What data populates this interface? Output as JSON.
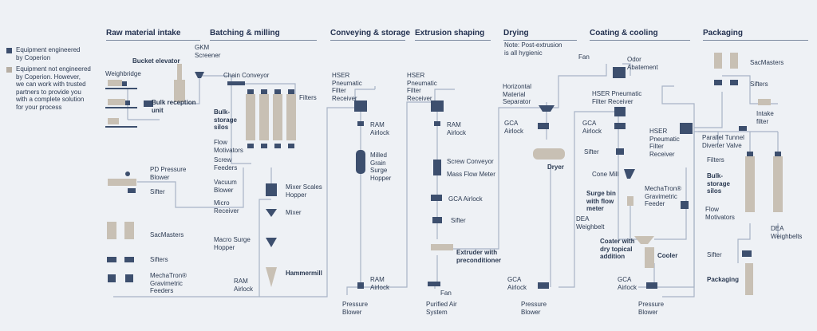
{
  "legend": {
    "engineered": "Equipment engineered\nby Coperion",
    "not_engineered": "Equipment not engineered\nby Coperion. However,\nwe can work with trusted\npartners to provide you\nwith a complete solution\nfor your process",
    "colors": {
      "engineered": "#3d4f6e",
      "not_engineered": "#b6aea3"
    }
  },
  "sections": [
    "Raw material intake",
    "Batching & milling",
    "Conveying & storage",
    "Extrusion shaping",
    "Drying",
    "Coating & cooling",
    "Packaging"
  ],
  "labels": {
    "weighbridge": "Weighbridge",
    "bucket_elevator": "Bucket elevator",
    "gkm_screener": "GKM\nScreener",
    "bulk_reception": "Bulk reception\nunit",
    "pd_pressure_blower": "PD Pressure\nBlower",
    "sifter_intake": "Sifter",
    "sacmasters_intake": "SacMasters",
    "sifters_intake": "Sifters",
    "mechatron_intake": "MechaTron®\nGravimetric\nFeeders",
    "chain_conveyor": "Chain Conveyor",
    "filters_batching": "Filters",
    "bulk_storage_silos": "Bulk-\nstorage\nsilos",
    "flow_motivators": "Flow\nMotivators",
    "screw_feeders": "Screw\nFeeders",
    "vacuum_blower": "Vacuum\nBlower",
    "micro_receiver": "Micro\nReceiver",
    "mixer_scales_hopper": "Mixer Scales\nHopper",
    "mixer": "Mixer",
    "macro_surge_hopper": "Macro Surge\nHopper",
    "hammermill": "Hammermill",
    "ram_airlock_batching": "RAM\nAirlock",
    "hser_conveying": "HSER\nPneumatic\nFilter\nReceiver",
    "ram_airlock_conv_top": "RAM\nAirlock",
    "milled_grain": "Milled\nGrain\nSurge\nHopper",
    "ram_airlock_conv_bottom": "RAM\nAirlock",
    "pressure_blower_conv": "Pressure\nBlower",
    "hser_extrusion": "HSER\nPneumatic\nFilter\nReceiver",
    "ram_airlock_extrusion": "RAM\nAirlock",
    "screw_conveyor": "Screw Conveyor",
    "mass_flow_meter": "Mass Flow Meter",
    "gca_airlock_extrusion": "GCA Airlock",
    "sifter_extrusion": "Sifter",
    "extruder": "Extruder with\npreconditioner",
    "fan_extrusion": "Fan",
    "purified_air": "Purified Air\nSystem",
    "drying_note": "Note: Post-extrusion\nis all hygienic",
    "fan_drying": "Fan",
    "odor_abatement": "Odor\nAbatement",
    "horizontal_separator": "Horizontal\nMaterial\nSeparator",
    "gca_airlock_drying": "GCA\nAirlock",
    "dryer": "Dryer",
    "gca_airlock_drying_bottom": "GCA\nAirlock",
    "pressure_blower_drying": "Pressure\nBlower",
    "hser_coating": "HSER Pneumatic\nFilter Receiver",
    "gca_airlock_coating": "GCA\nAirlock",
    "sifter_coating": "Sifter",
    "cone_mill": "Cone Mill",
    "surge_bin": "Surge bin\nwith flow\nmeter",
    "mechatron_coating": "MechaTron®\nGravimetric\nFeeder",
    "dea_weighbelt": "DEA\nWeighbelt",
    "coater": "Coater with\ndry topical\naddition",
    "cooler": "Cooler",
    "hser_coating_right": "HSER\nPneumatic\nFilter\nReceiver",
    "gca_airlock_coating_bottom": "GCA\nAirlock",
    "pressure_blower_coating": "Pressure\nBlower",
    "sacmasters_packaging": "SacMasters",
    "sifters_packaging": "Sifters",
    "intake_filter": "Intake\nfilter",
    "parallel_tunnel": "Parallel Tunnel\nDiverter Valve",
    "filters_packaging": "Filters",
    "bulk_storage_packaging": "Bulk-\nstorage\nsilos",
    "flow_motivators_packaging": "Flow\nMotivators",
    "dea_weighbelts": "DEA\nWeighbelts",
    "sifter_packaging": "Sifter",
    "packaging": "Packaging"
  }
}
